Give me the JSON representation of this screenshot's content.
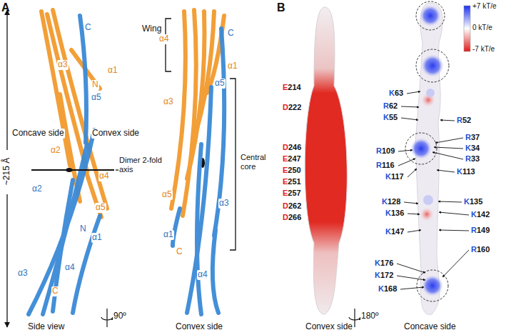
{
  "diagram": {
    "labels": [
      "A",
      "~215 Å",
      "C",
      "α3",
      "α1",
      "N",
      "α5",
      "Concave side",
      "Convex side",
      "α2",
      "Dimer 2-fold axis",
      "α4",
      "α2",
      "α5",
      "N",
      "α1",
      "α4",
      "α3",
      "C",
      "Side view",
      "90º",
      "Wing",
      "α4",
      "C",
      "α1",
      "α5",
      "α3",
      "Central core",
      "α5",
      "α3",
      "α1",
      "C",
      "α4",
      "Convex side",
      "B",
      "+7 kT/e",
      "0 kT/e",
      "-7 kT/e",
      "E214",
      "D222",
      "D246",
      "E247",
      "E250",
      "E251",
      "E257",
      "D262",
      "D266",
      "Convex side",
      "180º",
      "K63",
      "R62",
      "K55",
      "R52",
      "R37",
      "R109",
      "K34",
      "R33",
      "R116",
      "K113",
      "K117",
      "K128",
      "K135",
      "K136",
      "K142",
      "K147",
      "R149",
      "R160",
      "K176",
      "K172",
      "K168",
      "Concave side"
    ]
  }
}
